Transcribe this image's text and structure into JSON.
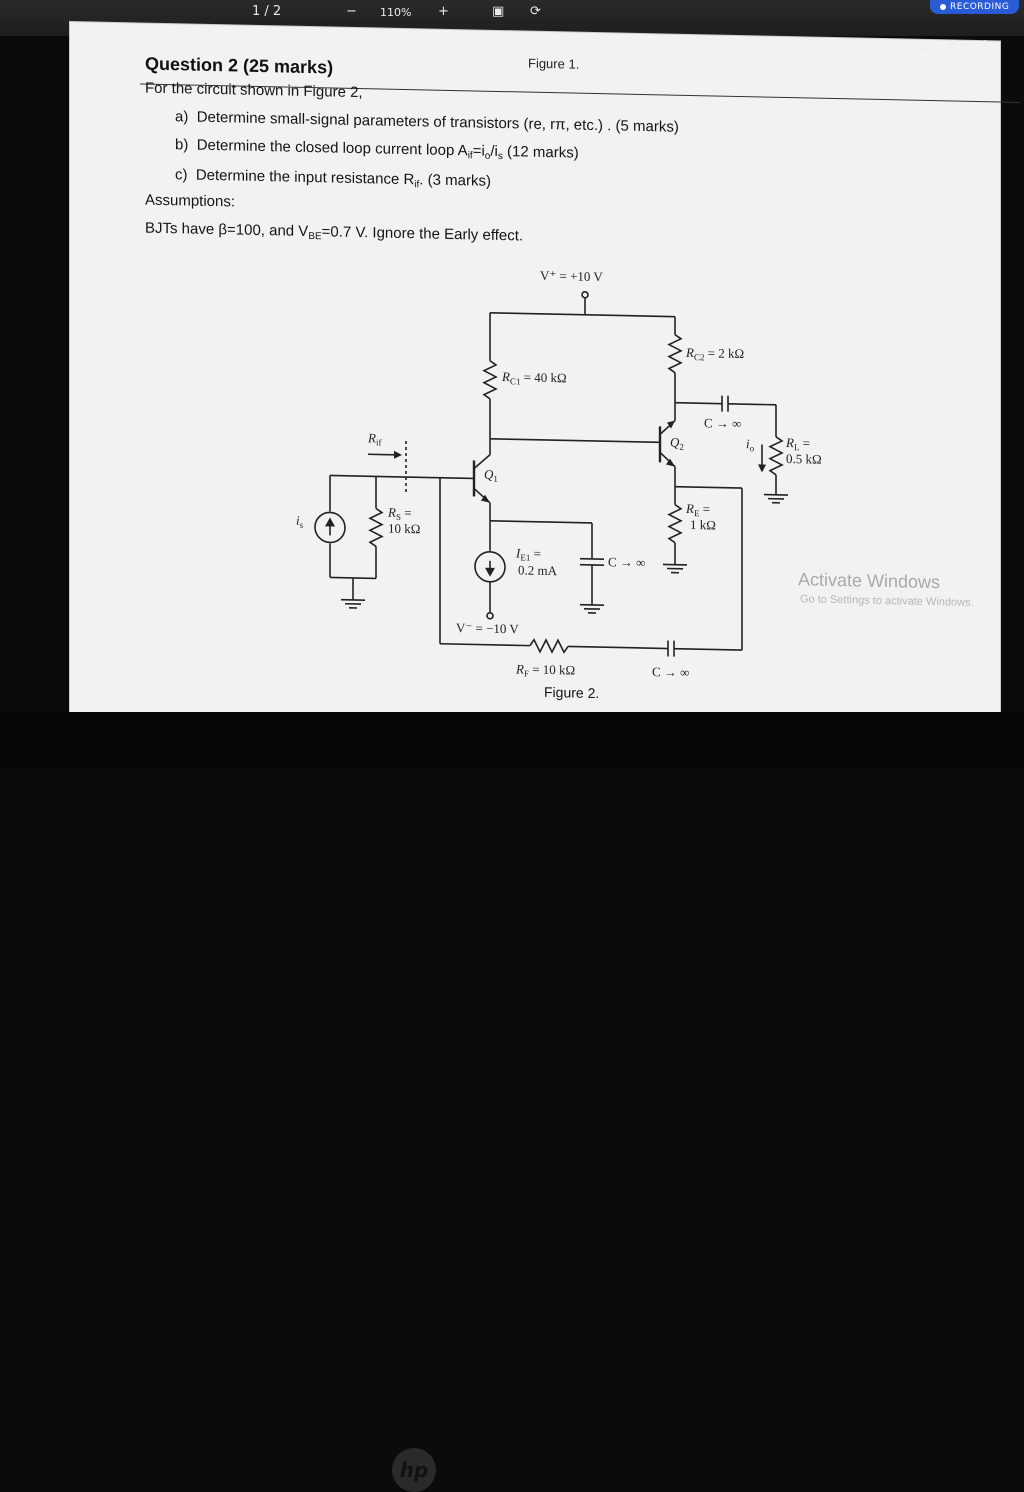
{
  "toolbar": {
    "page_indicator": "1 / 2",
    "zoom_out": "−",
    "zoom_level": "110%",
    "zoom_in": "+",
    "fit_icon": "fit-page-icon",
    "rotate_icon": "rotate-icon",
    "recording_badge": "RECORDING",
    "download_icon": "download-icon",
    "print_icon": "print-icon",
    "more_icon": "more-vert-icon"
  },
  "page": {
    "previous_caption": "Figure 1.",
    "question_title": "Question 2 (25 marks)",
    "intro": "For the circuit shown in Figure 2,",
    "items": [
      {
        "letter": "a)",
        "text": "Determine small-signal parameters of transistors (re, rπ, etc.) . (5 marks)"
      },
      {
        "letter": "b)",
        "text_before": "Determine the closed loop current loop A",
        "sub1": "if",
        "mid1": "=i",
        "sub2": "o",
        "mid2": "/i",
        "sub3": "s",
        "text_after": " (12 marks)"
      },
      {
        "letter": "c)",
        "text_before": "Determine the input resistance R",
        "sub1": "if",
        "text_after": ". (3 marks)"
      }
    ],
    "assumptions_label": "Assumptions:",
    "assumptions_before": "BJTs have β=100, and V",
    "assumptions_sub": "BE",
    "assumptions_after": "=0.7 V. Ignore the Early effect.",
    "figure_caption": "Figure 2."
  },
  "circuit": {
    "vplus": "V⁺ = +10 V",
    "rc1": "R",
    "rc1_sub": "C1",
    "rc1_val": " = 40 kΩ",
    "rc2": "R",
    "rc2_sub": "C2",
    "rc2_val": " = 2 kΩ",
    "cap_inf": "C → ∞",
    "q1": "Q",
    "q1_sub": "1",
    "q2": "Q",
    "q2_sub": "2",
    "rl": "R",
    "rl_sub": "L",
    "rl_eq": " =",
    "rl_val": "0.5 kΩ",
    "io": "i",
    "io_sub": "o",
    "rif": "R",
    "rif_sub": "if",
    "re": "R",
    "re_sub": "E",
    "re_eq": " =",
    "re_val": "1 kΩ",
    "rs": "R",
    "rs_sub": "S",
    "rs_eq": " =",
    "rs_val": "10 kΩ",
    "is": "i",
    "is_sub": "s",
    "ie1": "I",
    "ie1_sub": "E1",
    "ie1_eq": " =",
    "ie1_val": "0.2 mA",
    "vminus": "V⁻ = −10 V",
    "rf": "R",
    "rf_sub": "F",
    "rf_val": " = 10 kΩ"
  },
  "watermark": {
    "line1": "Activate Windows",
    "line2": "Go to Settings to activate Windows."
  },
  "bezel": {
    "logo": "hp"
  }
}
